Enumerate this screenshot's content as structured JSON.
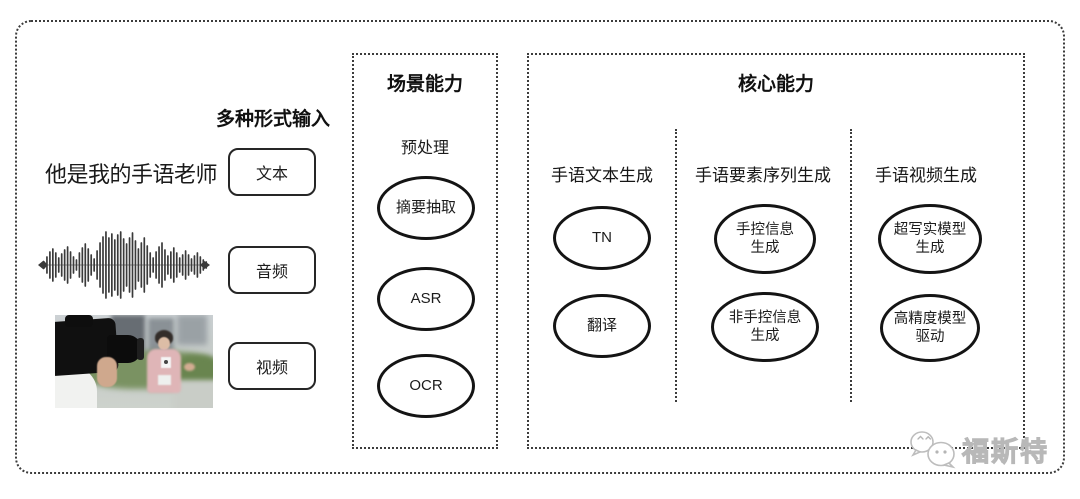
{
  "input_section": {
    "label": "多种形式输入",
    "sentence": "他是我的手语老师",
    "items": [
      {
        "label": "文本"
      },
      {
        "label": "音频"
      },
      {
        "label": "视频"
      }
    ]
  },
  "scene_box": {
    "title": "场景能力",
    "subtitle": "预处理",
    "nodes": [
      "摘要抽取",
      "ASR",
      "OCR"
    ]
  },
  "core_box": {
    "title": "核心能力",
    "columns": [
      {
        "header": "手语文本生成",
        "nodes": [
          "TN",
          "翻译"
        ]
      },
      {
        "header": "手语要素序列生成",
        "nodes": [
          "手控信息\n生成",
          "非手控信息\n生成"
        ]
      },
      {
        "header": "手语视频生成",
        "nodes": [
          "超写实模型\n生成",
          "高精度模型\n驱动"
        ]
      }
    ]
  },
  "watermark": {
    "text": "福斯特"
  },
  "colors": {
    "border_line": "#3c3c3c",
    "node_stroke": "#141414",
    "watermark": "#c9c9c9",
    "background": "#ffffff"
  },
  "waveform": {
    "amps": [
      3,
      8,
      13,
      16,
      12,
      7,
      11,
      15,
      18,
      13,
      8,
      5,
      12,
      17,
      21,
      16,
      10,
      6,
      14,
      22,
      28,
      33,
      27,
      31,
      25,
      30,
      33,
      26,
      21,
      27,
      32,
      24,
      16,
      22,
      27,
      19,
      12,
      7,
      13,
      18,
      22,
      15,
      9,
      13,
      17,
      12,
      7,
      10,
      14,
      10,
      6,
      9,
      12,
      8,
      5,
      3
    ]
  }
}
